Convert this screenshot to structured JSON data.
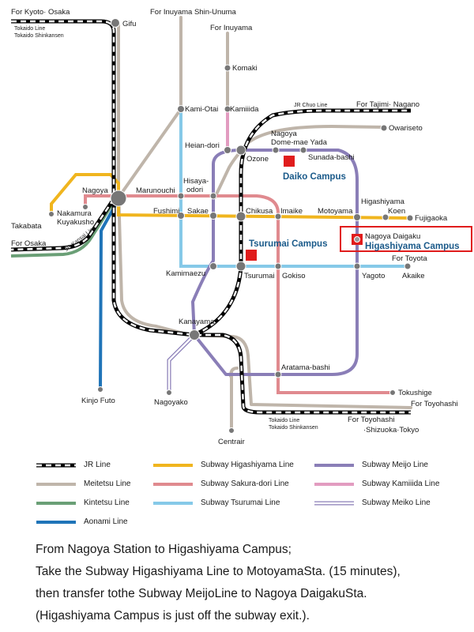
{
  "colors": {
    "jr": "#000000",
    "meitetsu": "#bfb5aa",
    "kintetsu": "#6a9f76",
    "aonami": "#1f74b8",
    "higashiyama": "#f0b51e",
    "sakuradori": "#e08a8f",
    "tsurumai": "#86c9e8",
    "meijo": "#8a7eb7",
    "kamiiida": "#e29cc0",
    "meiko": "#8a7eb7",
    "campus": "#e01c1c",
    "campus_text": "#1a5a8a"
  },
  "destinations": {
    "kyoto_osaka": "For Kyoto· Osaka",
    "tokaido_line": "Tokaido Line",
    "tokaido_shinkansen": "Tokaido Shinkansen",
    "inuyama_shin_unuma": "For Inuyama Shin-Unuma",
    "inuyama": "For Inuyama",
    "tajimi_nagano": "For Tajimi· Nagano",
    "jr_chuo_line": "JR Chuo Line",
    "osaka": "For Osaka",
    "kansai_line": "JR Kansai Line",
    "toyota": "For Toyota",
    "toyohashi": "For Toyohashi",
    "toyohashi_shizuoka": "For Toyohashi",
    "shizuoka_tokyo": "·Shizuoka·Tokyo",
    "tokaido_line_2": "Tokaido Line",
    "tokaido_shinkansen_2": "Tokaido Shinkansen"
  },
  "stations": {
    "gifu": "Gifu",
    "komaki": "Komaki",
    "kami_otai": "Kami-Otai",
    "kamiiida": "Kamiiida",
    "owariseto": "Owariseto",
    "nagoya_dome_mae_yada_1": "Nagoya",
    "nagoya_dome_mae_yada_2": "Dome-mae Yada",
    "heian_dori": "Heian-dori",
    "ozone": "Ozone",
    "sunada_bashi": "Sunada-bashi",
    "nagoya": "Nagoya",
    "marunouchi": "Marunouchi",
    "hisaya_odori_1": "Hisaya-",
    "hisaya_odori_2": "odori",
    "takabata": "Takabata",
    "nakamura_1": "Nakamura",
    "nakamura_2": "Kuyakusho",
    "fushimi": "Fushimi",
    "sakae": "Sakae",
    "chikusa": "Chikusa",
    "imaike": "Imaike",
    "motoyama": "Motoyama",
    "higashiyama_koen_1": "Higashiyama",
    "higashiyama_koen_2": "Koen",
    "fujigaoka": "Fujigaoka",
    "nagoya_daigaku": "Nagoya Daigaku",
    "kamimaezu": "Kamimaezu",
    "tsurumai": "Tsurumai",
    "gokiso": "Gokiso",
    "yagoto": "Yagoto",
    "akaike": "Akaike",
    "kanayama": "Kanayama",
    "aratama_bashi": "Aratama-bashi",
    "kinjo_futo": "Kinjo Futo",
    "nagoyako": "Nagoyako",
    "tokushige": "Tokushige",
    "centrair": "Centrair"
  },
  "campuses": {
    "daiko": "Daiko Campus",
    "tsurumai": "Tsurumai Campus",
    "higashiyama": "Higashiyama Campus"
  },
  "legend": {
    "jr": "JR Line",
    "meitetsu": "Meitetsu Line",
    "kintetsu": "Kintetsu Line",
    "aonami": "Aonami Line",
    "higashiyama": "Subway Higashiyama Line",
    "sakuradori": "Subway Sakura-dori Line",
    "tsurumai": "Subway Tsurumai Line",
    "meijo": "Subway Meijo Line",
    "kamiiida": "Subway Kamiiida Line",
    "meiko": "Subway Meiko Line"
  },
  "directions": {
    "line1": "From Nagoya Station to Higashiyama Campus;",
    "line2": "Take the Subway Higashiyama Line to MotoyamaSta. (15 minutes),",
    "line3": "then transfer tothe Subway MeijoLine to Nagoya DaigakuSta.",
    "line4": "(Higashiyama Campus is just off the subway exit.)."
  }
}
